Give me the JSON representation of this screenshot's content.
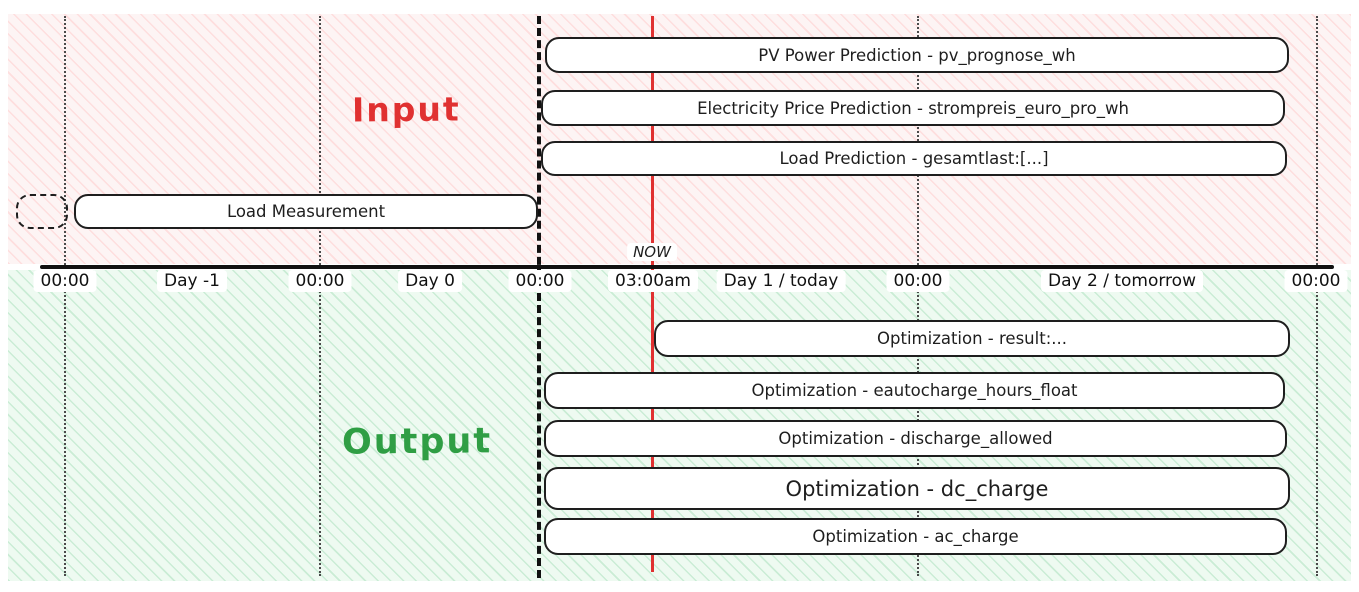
{
  "sections": {
    "input": {
      "label": "Input",
      "bars": {
        "pv": "PV Power Prediction - pv_prognose_wh",
        "price": "Electricity Price Prediction - strompreis_euro_pro_wh",
        "load_prediction": "Load Prediction - gesamtlast:[...]",
        "load_measurement": "Load Measurement"
      }
    },
    "output": {
      "label": "Output",
      "bars": {
        "result": "Optimization - result:...",
        "eautocharge": "Optimization - eautocharge_hours_float",
        "discharge": "Optimization - discharge_allowed",
        "dc_charge": "Optimization - dc_charge",
        "ac_charge": "Optimization - ac_charge"
      }
    }
  },
  "axis": {
    "now": "NOW",
    "ticks": [
      "00:00",
      "Day -1",
      "00:00",
      "Day 0",
      "00:00",
      "03:00am",
      "Day 1 / today",
      "00:00",
      "Day 2 / tomorrow",
      "00:00"
    ]
  },
  "colors": {
    "input_accent": "#e03131",
    "output_accent": "#2f9e44",
    "now_line": "#e03131",
    "bar_border": "#1e1e1e"
  }
}
